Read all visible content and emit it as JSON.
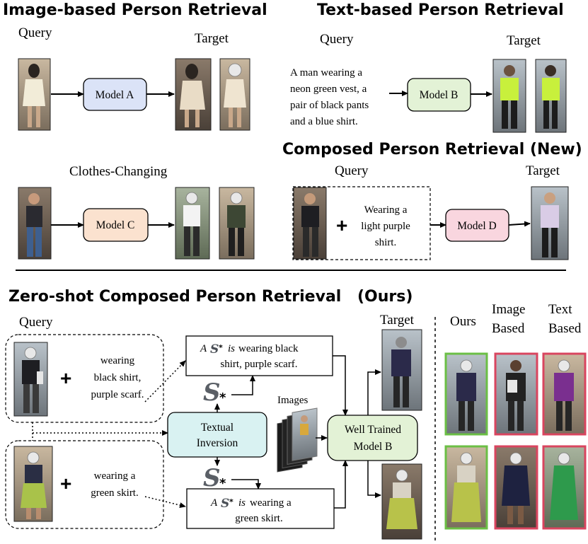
{
  "headings": {
    "image_based": "Image-based Person Retrieval",
    "text_based": "Text-based Person Retrieval",
    "composed": "Composed Person Retrieval (New)",
    "zero_shot": "Zero-shot Composed Person Retrieval",
    "ours_tag": "(Ours)"
  },
  "labels": {
    "query": "Query",
    "target": "Target",
    "clothes_changing": "Clothes-Changing",
    "images": "Images",
    "ours": "Ours",
    "image_based_l1": "Image",
    "image_based_l2": "Based",
    "text_based_l1": "Text",
    "text_based_l2": "Based"
  },
  "models": {
    "a": "Model A",
    "b": "Model B",
    "c": "Model C",
    "d": "Model D",
    "well_trained_l1": "Well Trained",
    "well_trained_l2": "Model B",
    "textual_l1": "Textual",
    "textual_l2": "Inversion"
  },
  "text_query": [
    "A man wearing a",
    "neon green vest, a",
    "pair of black pants",
    "and a blue shirt."
  ],
  "composed_query": [
    "Wearing a",
    "light purple",
    "shirt."
  ],
  "zs_query1": [
    "wearing",
    "black shirt,",
    "purple scarf."
  ],
  "zs_query2": [
    "wearing a",
    "green skirt."
  ],
  "zs_out1": {
    "a": "A",
    "token": "S",
    "star": "*",
    "is": "is",
    "rest_l1": "wearing black",
    "rest_l2": "shirt, purple scarf."
  },
  "zs_out2": {
    "a": "A",
    "token": "S",
    "star": "*",
    "is": "is",
    "rest_l1": "wearing a",
    "rest_l2": "green skirt."
  },
  "colors": {
    "model_a": "#dbe3f7",
    "model_b": "#e3f2d6",
    "model_c": "#fbe2cf",
    "model_d": "#f9d6df",
    "textual": "#d9f2f2",
    "well_trained": "#e3f2d6",
    "correct": "#6bbf45",
    "wrong": "#d9455f"
  }
}
